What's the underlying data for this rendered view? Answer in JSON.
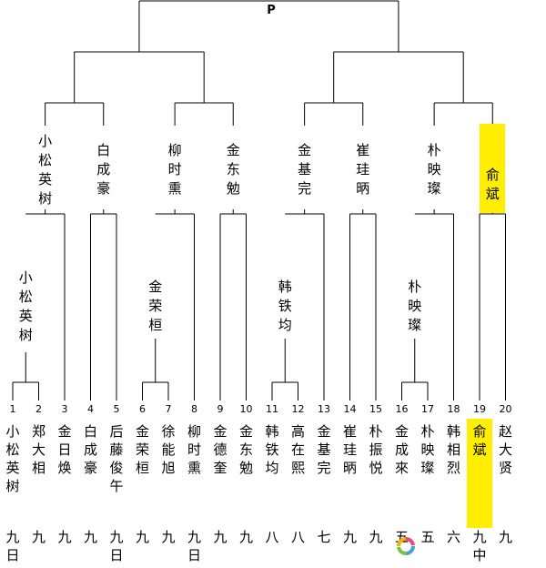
{
  "final_label": "P",
  "highlight_color": "#ffee00",
  "players": [
    {
      "seed": "1",
      "name": "小松英树",
      "rank": "九日"
    },
    {
      "seed": "2",
      "name": "郑大相",
      "rank": "九"
    },
    {
      "seed": "3",
      "name": "金日焕",
      "rank": "九"
    },
    {
      "seed": "4",
      "name": "白成豪",
      "rank": "九"
    },
    {
      "seed": "5",
      "name": "后藤俊午",
      "rank": "九日"
    },
    {
      "seed": "6",
      "name": "金荣桓",
      "rank": "九"
    },
    {
      "seed": "7",
      "name": "徐能旭",
      "rank": "九"
    },
    {
      "seed": "8",
      "name": "柳时熏",
      "rank": "九日"
    },
    {
      "seed": "9",
      "name": "金德奎",
      "rank": "九"
    },
    {
      "seed": "10",
      "name": "金东勉",
      "rank": "九"
    },
    {
      "seed": "11",
      "name": "韩铁均",
      "rank": "八"
    },
    {
      "seed": "12",
      "name": "高在熙",
      "rank": "八"
    },
    {
      "seed": "13",
      "name": "金基完",
      "rank": "七"
    },
    {
      "seed": "14",
      "name": "崔珪昞",
      "rank": "九"
    },
    {
      "seed": "15",
      "name": "朴振悦",
      "rank": "九"
    },
    {
      "seed": "16",
      "name": "金成來",
      "rank": "五"
    },
    {
      "seed": "17",
      "name": "朴映璨",
      "rank": "五"
    },
    {
      "seed": "18",
      "name": "韩相烈",
      "rank": "六"
    },
    {
      "seed": "19",
      "name": "俞斌",
      "rank": "九中"
    },
    {
      "seed": "20",
      "name": "赵大贤",
      "rank": "九"
    }
  ],
  "round1_winners": [
    {
      "from": "1",
      "name": "小松英树"
    },
    {
      "from": "6",
      "name": "金荣桓"
    },
    {
      "from": "11",
      "name": "韩铁均"
    },
    {
      "from": "16",
      "name": "朴映璨"
    }
  ],
  "round2_winners": [
    {
      "name": "小松英树"
    },
    {
      "name": "白成豪"
    },
    {
      "name": "柳时熏"
    },
    {
      "name": "金东勉"
    },
    {
      "name": "金基完"
    },
    {
      "name": "崔珪昞"
    },
    {
      "name": "朴映璨"
    },
    {
      "name": "俞斌",
      "highlight": true
    }
  ]
}
